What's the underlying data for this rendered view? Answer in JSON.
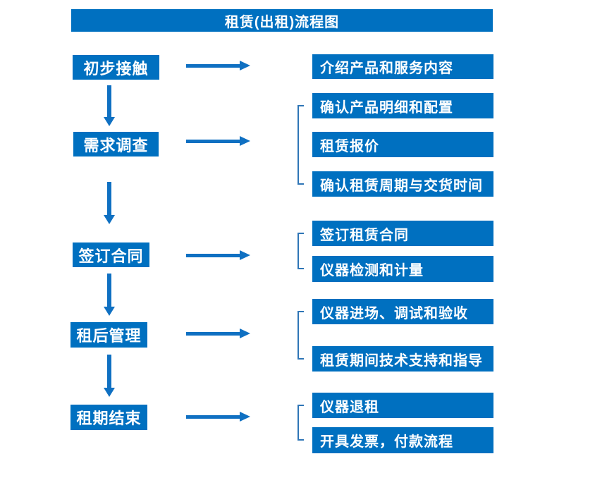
{
  "title": "租赁(出租)流程图",
  "colors": {
    "box_fill": "#0070C0",
    "arrow": "#0F70C2",
    "bracket": "#2E75B6",
    "text": "#FFFFFF",
    "background": "#FFFFFF"
  },
  "steps": [
    {
      "label": "初步接触",
      "outputs": [
        "介绍产品和服务内容"
      ]
    },
    {
      "label": "需求调查",
      "outputs": [
        "确认产品明细和配置",
        "租赁报价",
        "确认租赁周期与交货时间"
      ]
    },
    {
      "label": "签订合同",
      "outputs": [
        "签订租赁合同",
        "仪器检测和计量"
      ]
    },
    {
      "label": "租后管理",
      "outputs": [
        "仪器进场、调试和验收",
        "租赁期间技术支持和指导"
      ]
    },
    {
      "label": "租期结束",
      "outputs": [
        "仪器退租",
        "开具发票，付款流程"
      ]
    }
  ]
}
